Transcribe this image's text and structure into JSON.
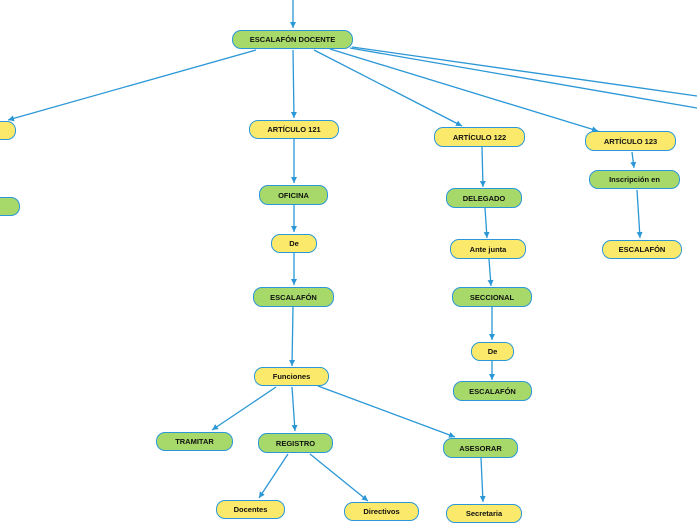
{
  "colors": {
    "edge": "#2b97d6",
    "green": "#a6d96a",
    "yellow": "#fbe96b"
  },
  "nodes": {
    "root": "ESCALAFÓN DOCENTE",
    "art121": "ARTÍCULO 121",
    "oficina": "OFICINA",
    "de1": "De",
    "escalafon1": "ESCALAFÓN",
    "funciones": "Funciones",
    "tramitar": "TRAMITAR",
    "registro": "REGISTRO",
    "asesorar": "ASESORAR",
    "docentes": "Docentes",
    "directivos": "Directivos",
    "secretaria": "Secretaria",
    "art122": "ARTÍCULO 122",
    "delegado": "DELEGADO",
    "antejunta": "Ante junta",
    "seccional": "SECCIONAL",
    "de2": "De",
    "escalafon2": "ESCALAFÓN",
    "art123": "ARTÍCULO 123",
    "inscripcion": "Inscripción en",
    "escalafon3": "ESCALAFÓN",
    "left1": "",
    "left2": ""
  }
}
